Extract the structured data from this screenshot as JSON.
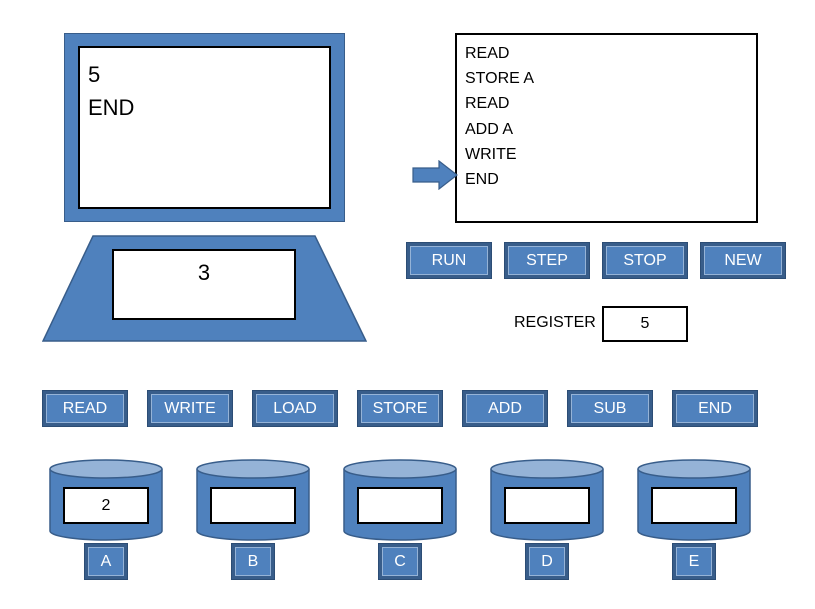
{
  "output_display": {
    "lines": [
      "5",
      "END"
    ]
  },
  "input_display": {
    "value": "3"
  },
  "program": {
    "lines": [
      "READ",
      "STORE A",
      "READ",
      "ADD A",
      "WRITE",
      "END"
    ],
    "current_line_index": 5
  },
  "controls": {
    "run": "RUN",
    "step": "STEP",
    "stop": "STOP",
    "new": "NEW"
  },
  "register": {
    "label": "REGISTER",
    "value": "5"
  },
  "instructions": {
    "read": "READ",
    "write": "WRITE",
    "load": "LOAD",
    "store": "STORE",
    "add": "ADD",
    "sub": "SUB",
    "end": "END"
  },
  "memory": [
    {
      "name": "A",
      "value": "2"
    },
    {
      "name": "B",
      "value": ""
    },
    {
      "name": "C",
      "value": ""
    },
    {
      "name": "D",
      "value": ""
    },
    {
      "name": "E",
      "value": ""
    }
  ],
  "colors": {
    "accent": "#4f81bd",
    "accent_dark": "#385d8a",
    "accent_light": "#95b3d7"
  },
  "icons": {
    "program_counter": "right-arrow-icon",
    "memory_cell": "cylinder-icon"
  }
}
